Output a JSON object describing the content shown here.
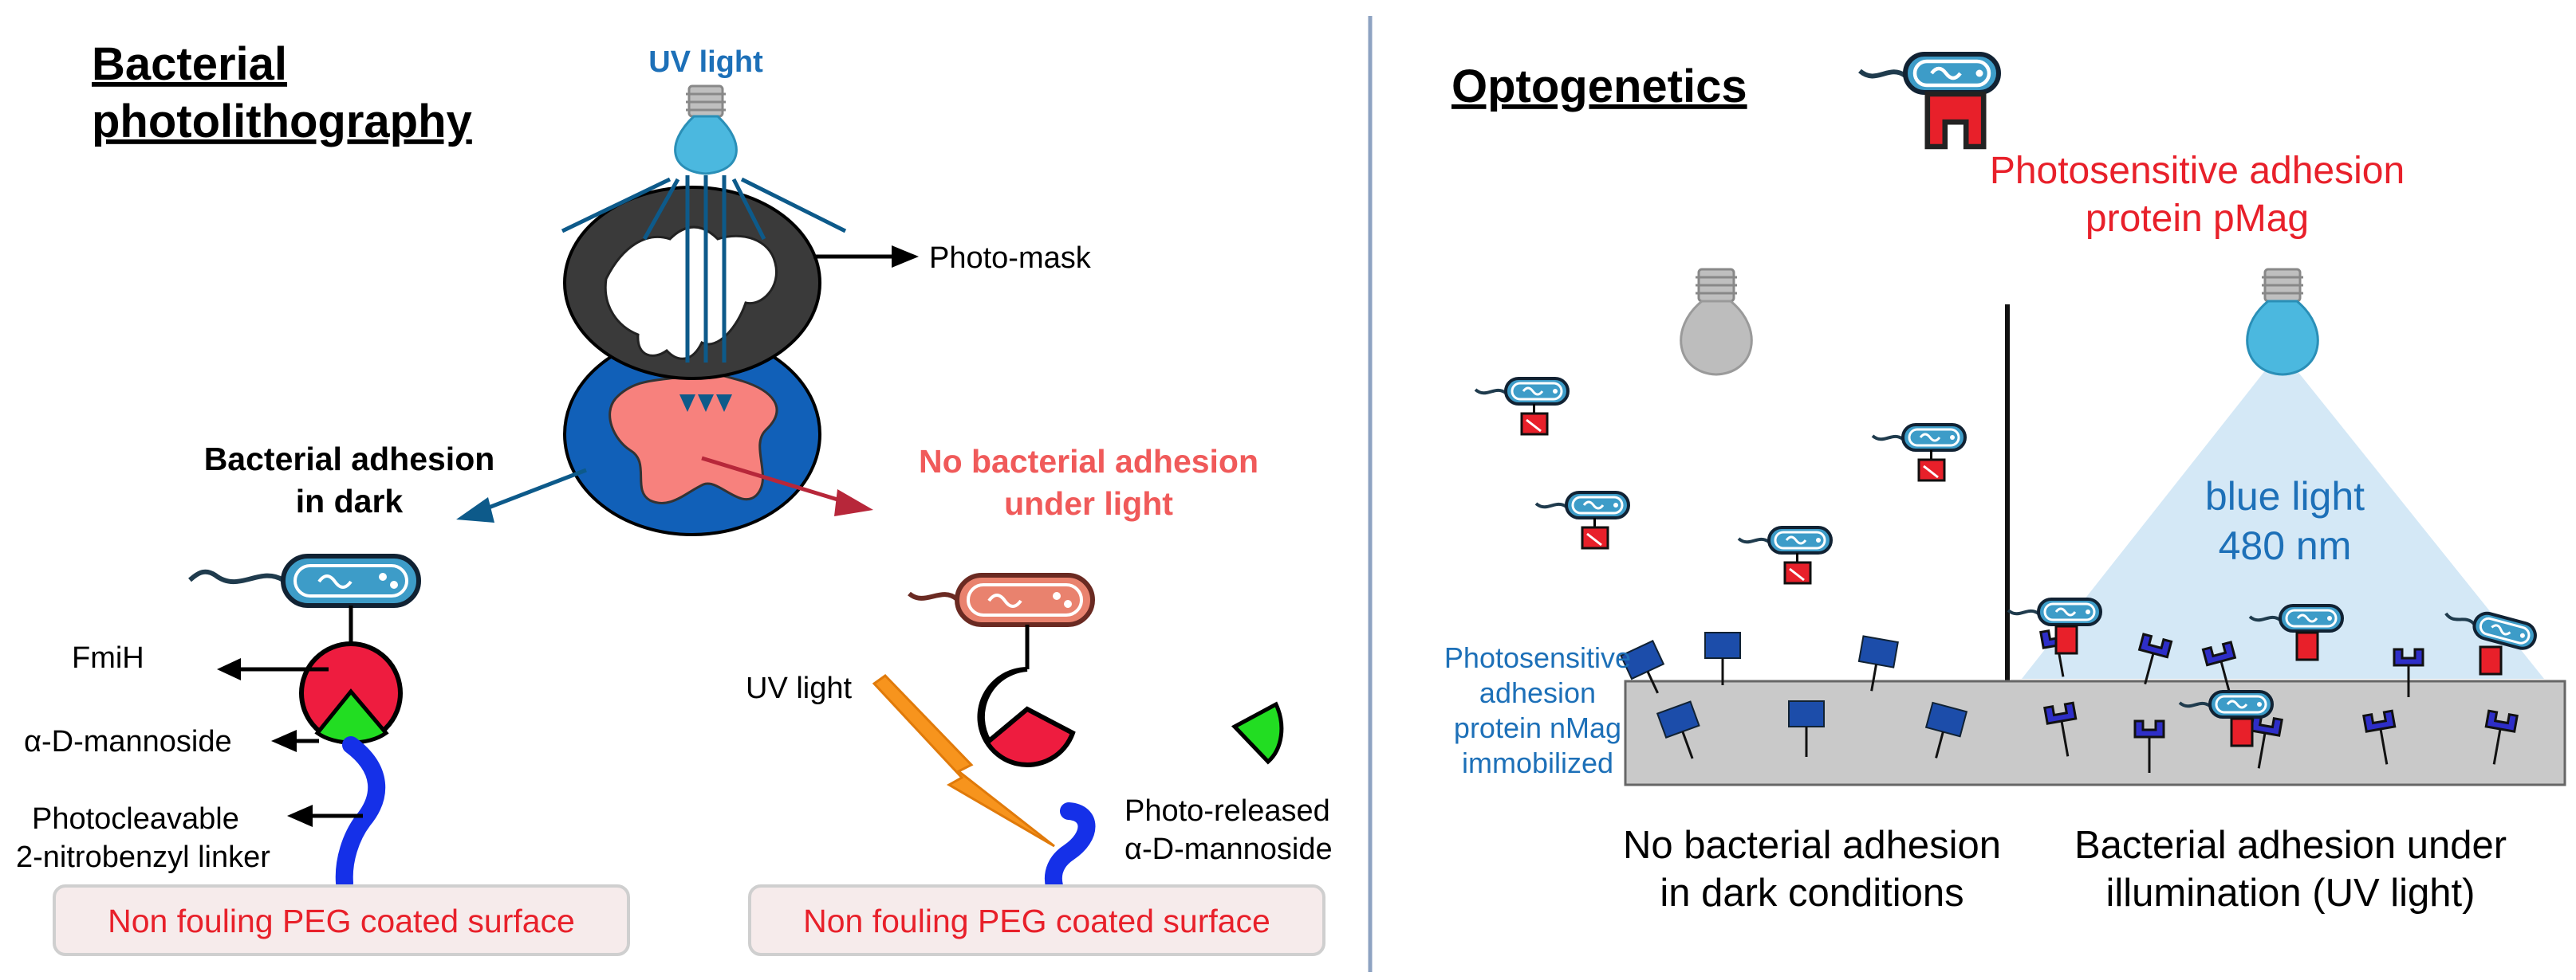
{
  "colors": {
    "dark_blue_label": "#1D70B8",
    "red_label": "#E8202A",
    "pink_label": "#F05A5A",
    "bulb_blue": "#4BB8DF",
    "bulb_grey": "#BDBDBD",
    "bacterium_blue": "#3D9CC8",
    "bacterium_red": "#E9826E",
    "fmih_red": "#EE1C3F",
    "mannoside_green": "#22DD22",
    "linker_blue": "#1530E8",
    "nmag_blue": "#1C4DAA",
    "surface_grey": "#C9C9C9",
    "light_cone": "#CFE6F5",
    "divider": "#8EA3C2"
  },
  "left_panel": {
    "title_line1": "Bacterial ",
    "title_line2": "photolithography",
    "uv_label": "UV light",
    "photomask_label": "Photo-mask",
    "adhesion_dark_line1": "Bacterial adhesion",
    "adhesion_dark_line2": "in dark",
    "no_adhesion_line1": "No bacterial adhesion",
    "no_adhesion_line2": "under light",
    "fmih_label": "FmiH",
    "mannoside_label": "α-D-mannoside",
    "linker_line1": "Photocleavable",
    "linker_line2": "2-nitrobenzyl linker",
    "uv_light_side_label": "UV light",
    "released_line1": "Photo-released",
    "released_line2": "α-D-mannoside",
    "surface_label_left": "Non fouling PEG coated surface",
    "surface_label_right": "Non fouling PEG coated surface"
  },
  "right_panel": {
    "title": "Optogenetics",
    "pmag_line1": "Photosensitive adhesion",
    "pmag_line2": "protein pMag",
    "blue_light_line1": "blue light",
    "blue_light_line2": "480 nm",
    "nmag_line1": "Photosensitive",
    "nmag_line2": "adhesion",
    "nmag_line3": "protein nMag",
    "nmag_line4": "immobilized",
    "dark_caption_line1": "No bacterial adhesion",
    "dark_caption_line2": "in dark conditions",
    "light_caption_line1": "Bacterial adhesion under",
    "light_caption_line2": "illumination (UV light)"
  }
}
